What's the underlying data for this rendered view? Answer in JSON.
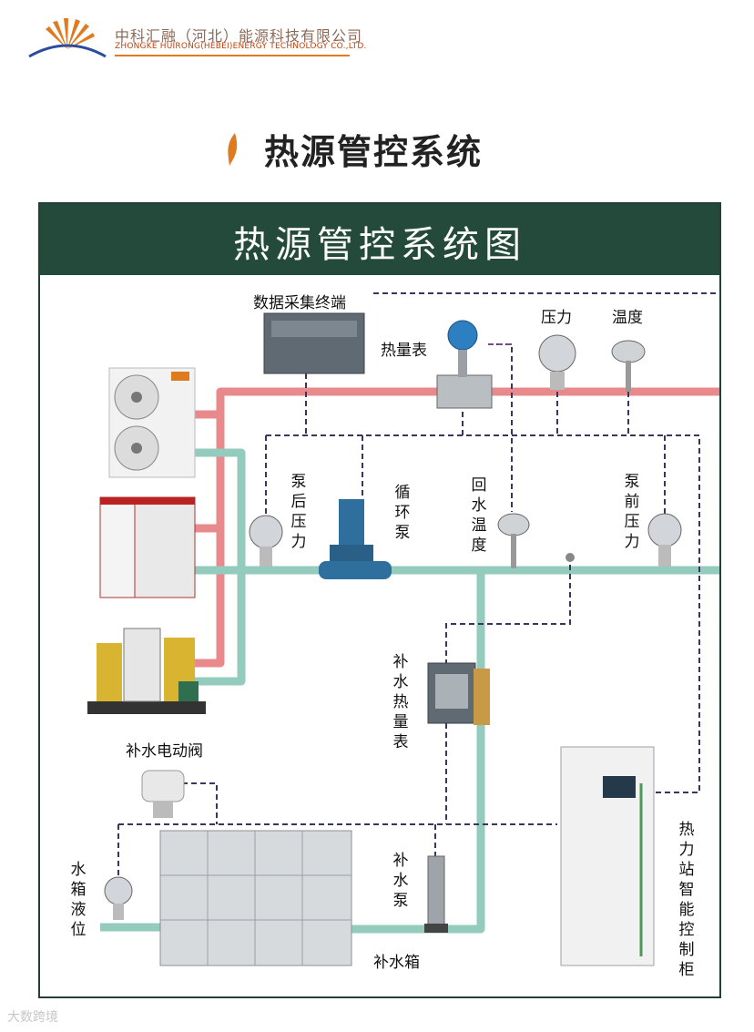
{
  "company": {
    "name_cn": "中科汇融（河北）能源科技有限公司",
    "name_en": "ZHONGKE HUIRONG(HEBEI)ENERGY TECHNOLOGY CO.,LTD."
  },
  "header": {
    "title": "热源管控系统"
  },
  "diagram": {
    "title": "热源管控系统图",
    "labels": {
      "data_terminal": "数据采集终端",
      "heat_meter": "热量表",
      "pressure": "压力",
      "temperature": "温度",
      "pump_after_pressure": "泵后压力",
      "circulation_pump": "循环泵",
      "return_temp": "回水温度",
      "pump_before_pressure": "泵前压力",
      "makeup_heat_meter": "补水热量表",
      "makeup_valve": "补水电动阀",
      "tank_level": "水箱液位",
      "makeup_pump": "补水泵",
      "makeup_tank": "补水箱",
      "control_cabinet": "热力站智能控制柜"
    }
  },
  "colors": {
    "supply_pipe": "#e8898c",
    "return_pipe": "#93cbbd",
    "title_bar": "#244a3b",
    "accent": "#e07a1f",
    "signal_line": "#3a3560"
  },
  "watermark": "大数跨境"
}
